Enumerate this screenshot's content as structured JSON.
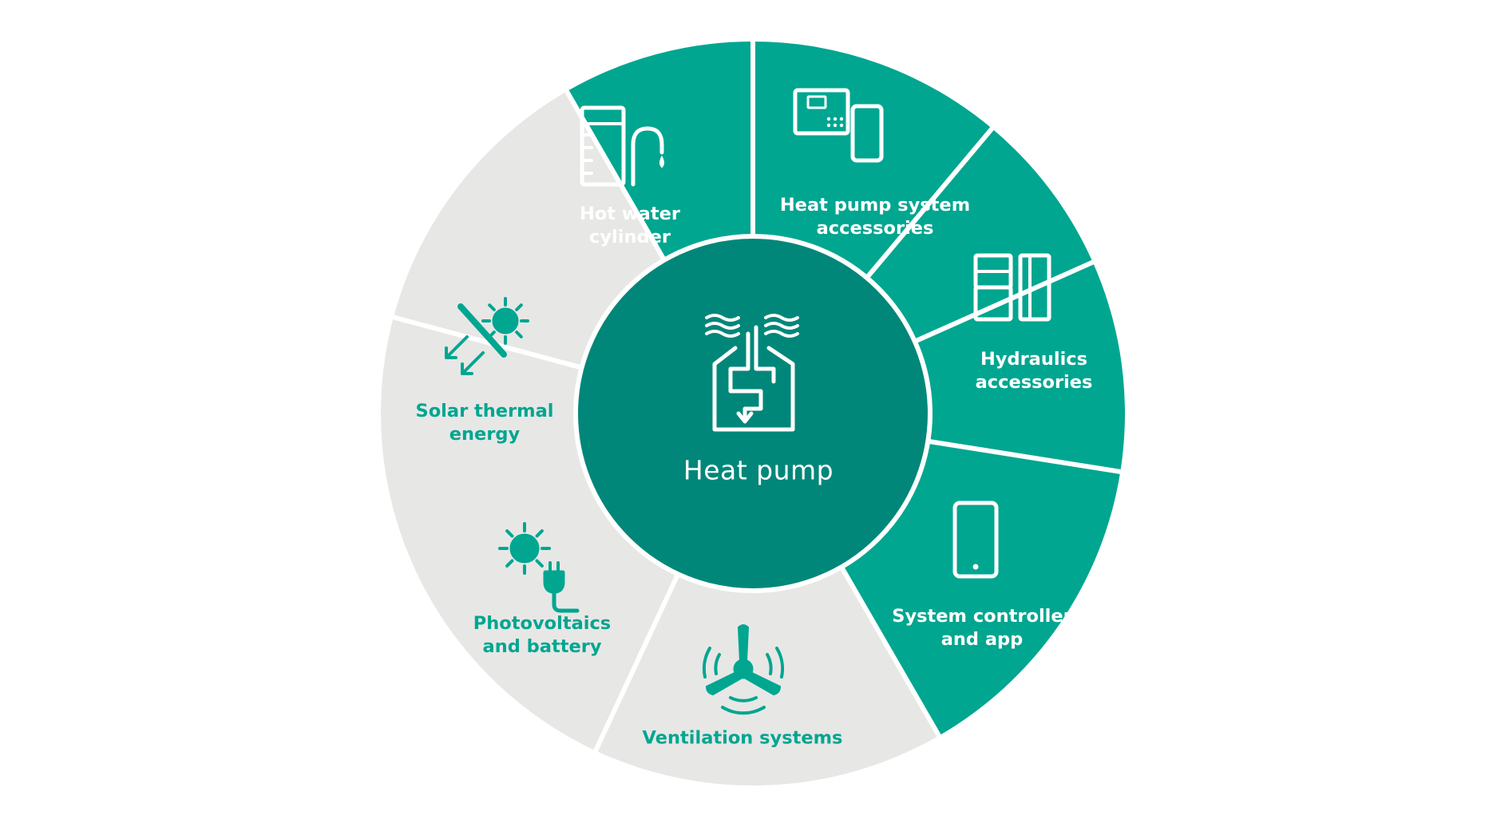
{
  "center": {
    "title": "Heat pump",
    "icon": "heat-pump-icon"
  },
  "colors": {
    "teal": "#00A690",
    "hub": "#008779",
    "grey": "#E7E7E6",
    "grey_text": "#00A690",
    "divider": "#ffffff"
  },
  "segments": [
    {
      "id": "hot-water-cylinder",
      "lines": [
        "Hot water",
        "cylinder"
      ],
      "icon": "hot-water-tap-icon",
      "tone": "teal"
    },
    {
      "id": "heat-pump-system-accessories",
      "lines": [
        "Heat pump system",
        "accessories"
      ],
      "icon": "control-unit-and-phone-icon",
      "tone": "teal"
    },
    {
      "id": "hydraulics-accessories",
      "lines": [
        "Hydraulics",
        "accessories"
      ],
      "icon": "hydraulic-modules-icon",
      "tone": "teal"
    },
    {
      "id": "system-controller-and-app",
      "lines": [
        "System controller",
        "and app"
      ],
      "icon": "smartphone-icon",
      "tone": "teal"
    },
    {
      "id": "ventilation-systems",
      "lines": [
        "Ventilation systems"
      ],
      "icon": "fan-icon",
      "tone": "grey"
    },
    {
      "id": "photovoltaics-and-battery",
      "lines": [
        "Photovoltaics",
        "and battery"
      ],
      "icon": "sun-plug-icon",
      "tone": "grey"
    },
    {
      "id": "solar-thermal-energy",
      "lines": [
        "Solar thermal",
        "energy"
      ],
      "icon": "solar-collector-icon",
      "tone": "grey"
    }
  ]
}
